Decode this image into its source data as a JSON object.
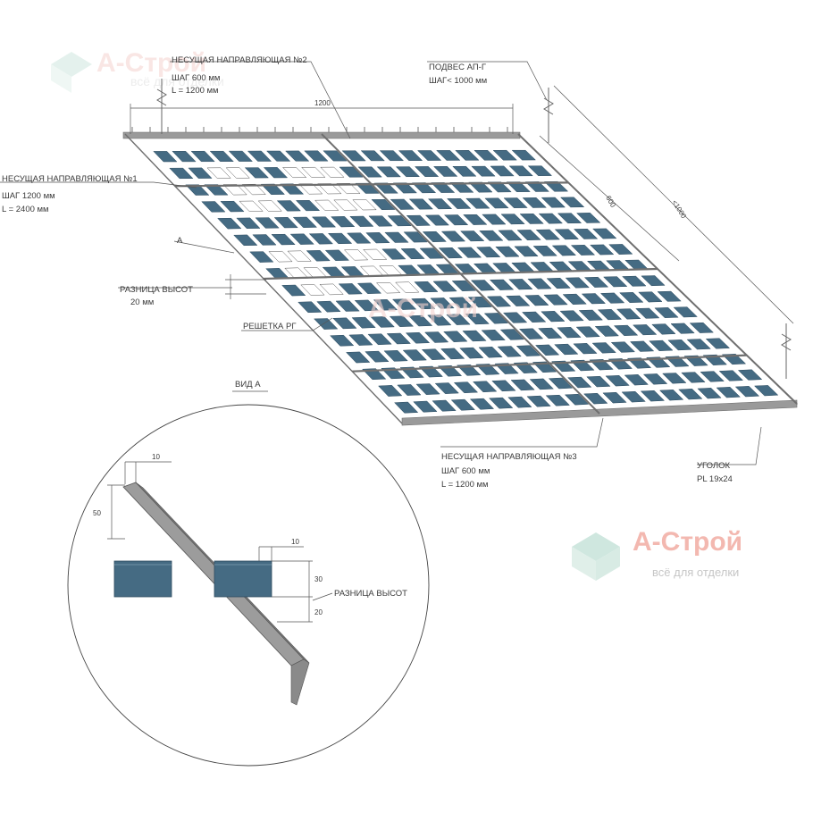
{
  "watermark": {
    "brand": "А-Строй",
    "tagline": "всё для отделки",
    "colors": {
      "brand_text": "#f3b8b0",
      "logo": "#cfe7df",
      "tagline": "#c6c6c6"
    },
    "icon": "cube-logo-icon"
  },
  "colors": {
    "cell": "#456b83",
    "metal": "#9a9a9a",
    "metal_dark": "#6f6f6f",
    "line": "#555555"
  },
  "labels": {
    "guide2_title": "НЕСУЩАЯ НАПРАВЛЯЮЩАЯ №2",
    "guide2_step": "ШАГ 600 мм",
    "guide2_len": "L = 1200  мм",
    "hanger_title": "ПОДВЕС АП-Г",
    "hanger_step": "ШАГ< 1000  мм",
    "guide1_title": "НЕСУЩАЯ НАПРАВЛЯЮЩАЯ №1",
    "guide1_step": "ШАГ 1200 мм",
    "guide1_len": "L = 2400  мм",
    "marker_a": "А",
    "height_diff_title": "РАЗНИЦА ВЫСОТ",
    "height_diff_value": "20 мм",
    "grid_title": "РЕШЕТКА РГ",
    "guide3_title": "НЕСУЩАЯ НАПРАВЛЯЮЩАЯ №3",
    "guide3_step": "ШАГ 600 мм",
    "guide3_len": "L = 1200 мм",
    "angle_title": "УГОЛОК",
    "angle_spec": "PL 19х24",
    "view_title": "ВИД А",
    "detail_height_diff": "РАЗНИЦА ВЫСОТ"
  },
  "dimensions": {
    "top_span": "1200",
    "diag_600": "600",
    "diag_1000": "<1000",
    "detail_10_top": "10",
    "detail_50": "50",
    "detail_10_mid": "10",
    "detail_30": "30",
    "detail_20": "20"
  }
}
